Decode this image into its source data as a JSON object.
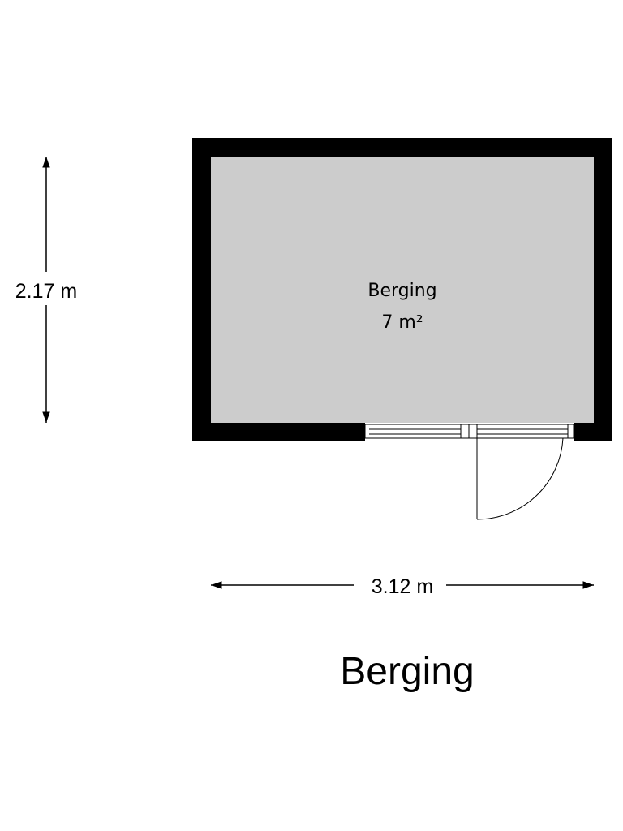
{
  "plan": {
    "room": {
      "name": "Berging",
      "area": "7 m²"
    },
    "dimensions": {
      "height": "2.17 m",
      "width": "3.12 m"
    },
    "title": "Berging"
  },
  "colors": {
    "wall": "#000000",
    "floor": "#cccccc",
    "background": "#ffffff",
    "line": "#000000"
  }
}
